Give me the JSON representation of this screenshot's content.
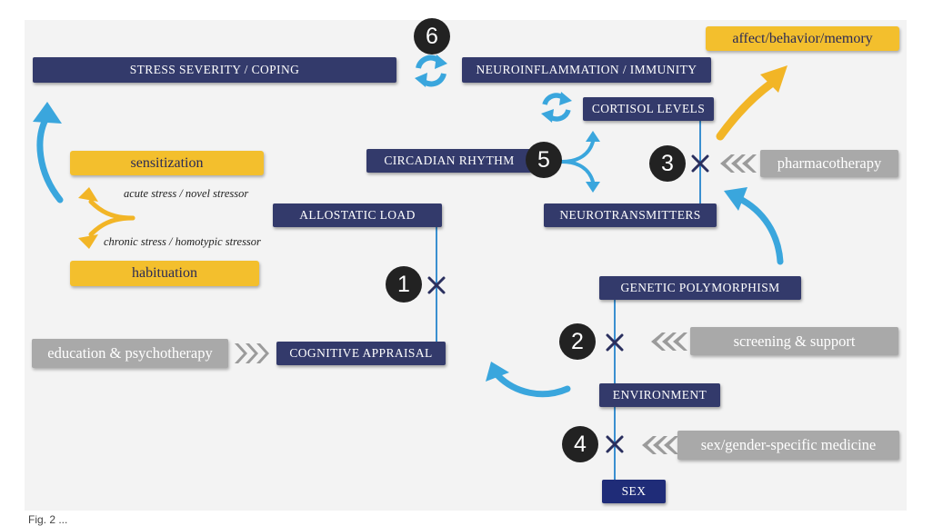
{
  "boxes": {
    "stress_severity": "STRESS SEVERITY / COPING",
    "neuroinflammation": "NEUROINFLAMMATION / IMMUNITY",
    "cortisol": "CORTISOL LEVELS",
    "circadian": "CIRCADIAN RHYTHM",
    "neurotransmitters": "NEUROTRANSMITTERS",
    "allostatic_load": "ALLOSTATIC LOAD",
    "genetic_polymorphism": "GENETIC POLYMORPHISM",
    "cognitive_appraisal": "COGNITIVE APPRAISAL",
    "environment": "ENVIRONMENT",
    "sex": "SEX"
  },
  "yellow": {
    "affect": "affect/behavior/memory",
    "sensitization": "sensitization",
    "habituation": "habituation"
  },
  "notes": {
    "acute": "acute stress / novel stressor",
    "chronic": "chronic stress / homotypic stressor"
  },
  "interventions": {
    "pharmacotherapy": "pharmacotherapy",
    "education": "education & psychotherapy",
    "screening": "screening & support",
    "sex_medicine": "sex/gender-specific medicine"
  },
  "markers": [
    "1",
    "2",
    "3",
    "4",
    "5",
    "6"
  ],
  "caption": "Fig. 2 ...",
  "colors": {
    "navy": "#333a6b",
    "dark_navy": "#1f2c78",
    "yellow": "#f3bf2d",
    "gray": "#a9a9a9",
    "blue_arrow": "#3aa6dd",
    "orange_arrow": "#f2b526",
    "line": "#3a8fd0"
  },
  "icons": [
    "refresh-cycle-icon",
    "cross-icon",
    "chevron-triple-icon",
    "curved-arrow-icon",
    "split-arrow-icon"
  ]
}
